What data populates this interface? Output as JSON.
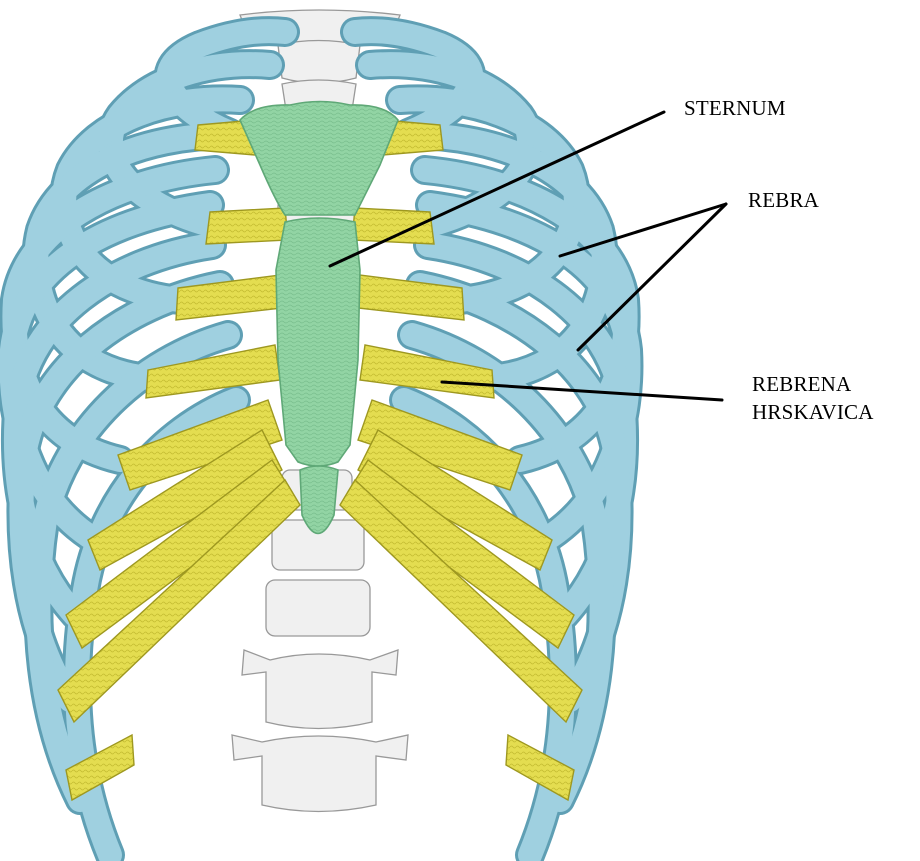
{
  "labels": {
    "sternum": "STERNUM",
    "rebra": "REBRA",
    "hrskavica_line1": "REBRENA",
    "hrskavica_line2": "HRSKAVICA"
  },
  "colors": {
    "rib": "#9fd0e0",
    "rib_edge": "#5f9fb4",
    "cartilage": "#e4dd50",
    "cartilage_edge": "#9e9820",
    "sternum": "#92d4a4",
    "sternum_edge": "#5fa877",
    "spine": "#eeeeee",
    "spine_edge": "#9a9a9a",
    "leader_line": "#000000"
  }
}
